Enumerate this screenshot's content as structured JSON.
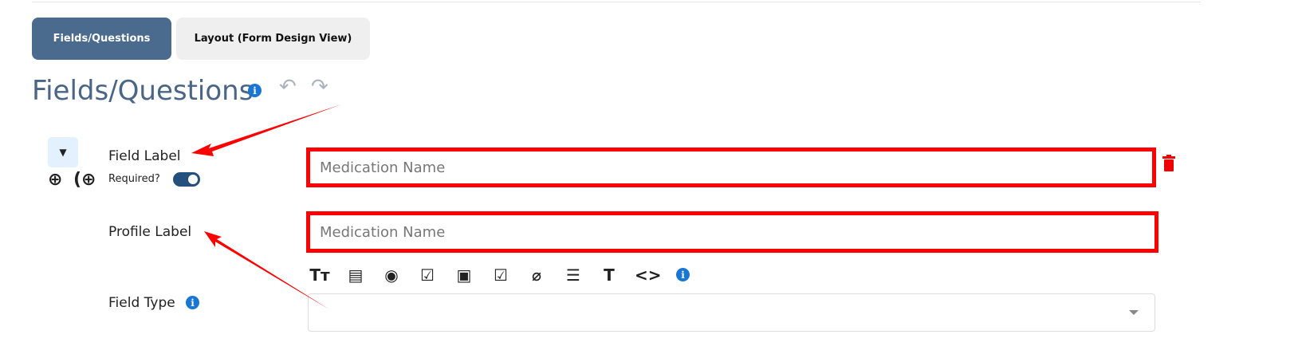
{
  "tabs": [
    {
      "label": "Fields/Questions"
    },
    {
      "label": "Layout (Form Design View)"
    }
  ],
  "title": "Fields/Questions",
  "field_label": "Field Label",
  "required_label": "Required?",
  "required": true,
  "field_label_value": "Medication Name",
  "profile_label": "Profile Label",
  "profile_label_value": "Medication Name",
  "field_type_label": "Field Type",
  "field_type_value": "",
  "toolbar_icons": [
    "text-size-icon",
    "document-icon",
    "radio-icon",
    "checkbox-icon",
    "calendar-icon",
    "multi-checkbox-icon",
    "attachment-icon",
    "checklist-icon",
    "text-icon",
    "code-icon",
    "info-icon"
  ],
  "accent": "#4a6a8e",
  "annotation_color": "#ff0000"
}
